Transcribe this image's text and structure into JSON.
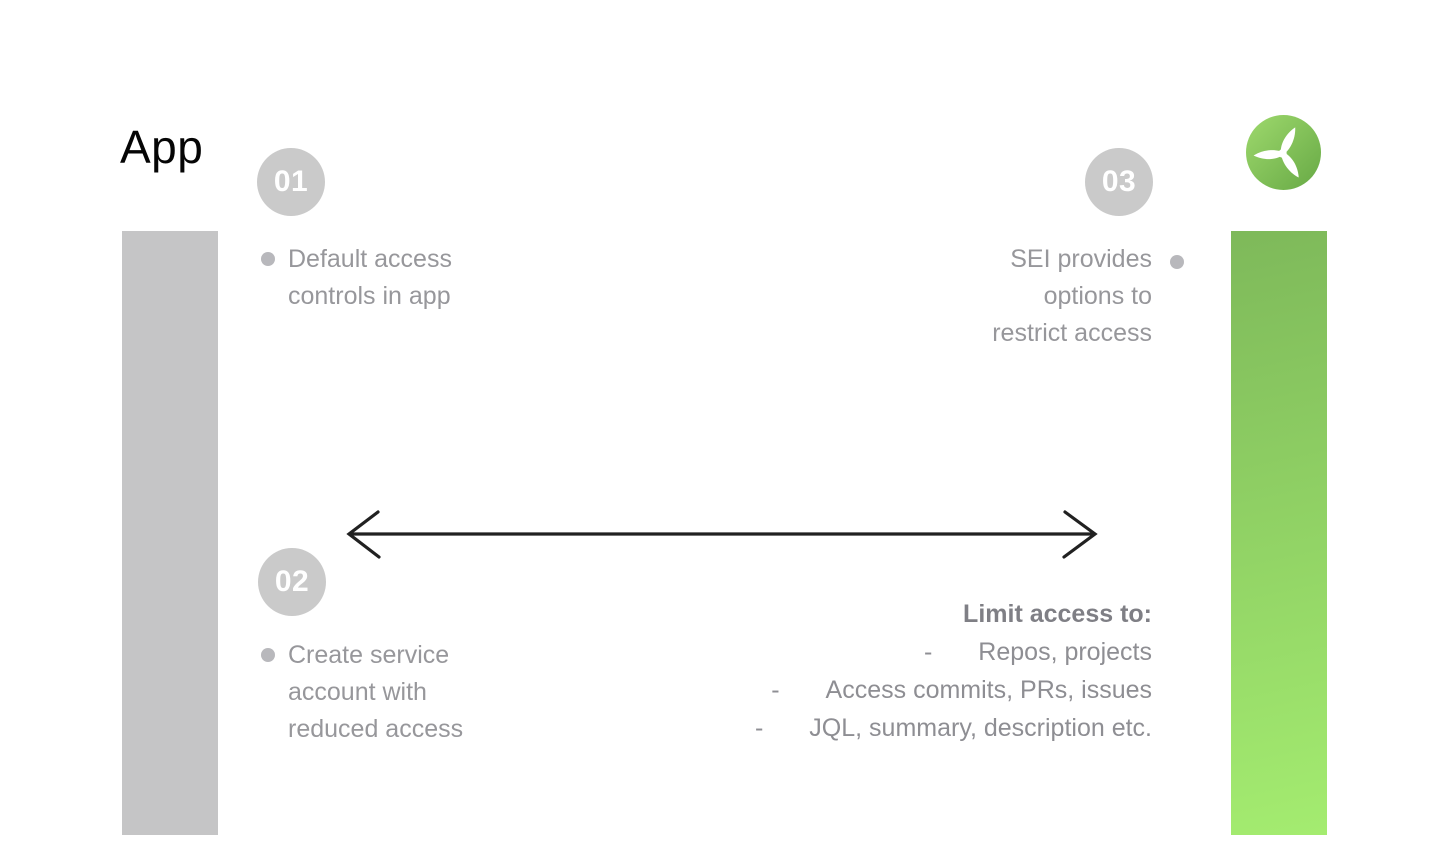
{
  "title": "App",
  "logo": {
    "name": "sei-propeller-logo"
  },
  "steps": [
    {
      "number": "01",
      "lines": [
        "Default access",
        "controls in app"
      ]
    },
    {
      "number": "02",
      "lines": [
        "Create service",
        "account with",
        "reduced access"
      ]
    },
    {
      "number": "03",
      "lines": [
        "SEI provides",
        "options to",
        "restrict access"
      ]
    }
  ],
  "limit": {
    "heading": "Limit access to:",
    "items": [
      "Repos, projects",
      "Access commits, PRs, issues",
      "JQL, summary, description etc."
    ]
  },
  "colors": {
    "bar_gray": "#c5c5c6",
    "bar_green_top": "#7eb95a",
    "bar_green_bottom": "#a4ec70",
    "badge_gray": "#cacaca",
    "text_gray": "#97979b",
    "heading_gray": "#7f7f85",
    "arrow_black": "#212121",
    "logo_green_light": "#9ed96d",
    "logo_green_dark": "#67a945",
    "bullet_gray": "#b8b8bc",
    "title_black": "#050505"
  }
}
